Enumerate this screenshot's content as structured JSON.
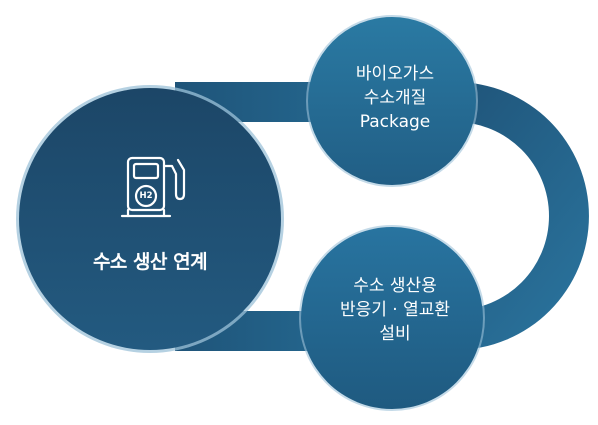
{
  "diagram": {
    "center": {
      "icon": "hydrogen-fuel-pump-icon",
      "icon_badge": "H2",
      "label": "수소 생산 연계"
    },
    "nodes": [
      {
        "lines": [
          "바이오가스",
          "수소개질",
          "Package"
        ]
      },
      {
        "lines": [
          "수소 생산용",
          "반응기 · 열교환",
          "설비"
        ]
      }
    ]
  },
  "colors": {
    "center_fill": "#1e4e72",
    "node_fill": "#23668f",
    "ring": "#26698f",
    "accent": "#7eb1cd"
  }
}
